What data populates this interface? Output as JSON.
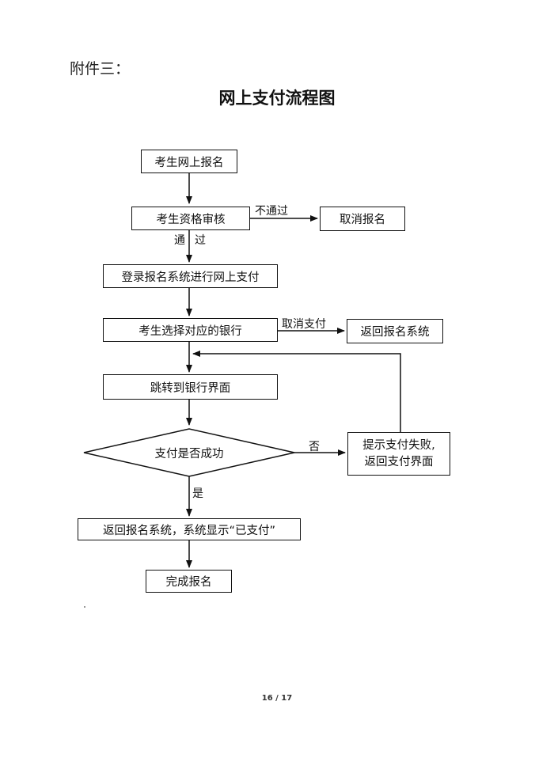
{
  "header": {
    "attachment": "附件三："
  },
  "title": "网上支付流程图",
  "flow": {
    "register": "考生网上报名",
    "qualification": "考生资格审核",
    "not_pass_label": "不通过",
    "cancel_registration": "取消报名",
    "pass_label_1": "通",
    "pass_label_2": "过",
    "login_pay": "登录报名系统进行网上支付",
    "choose_bank": "考生选择对应的银行",
    "cancel_pay_label": "取消支付",
    "return_system": "返回报名系统",
    "jump_bank": "跳转到银行界面",
    "pay_success_question": "支付是否成功",
    "no_label": "否",
    "fail_line1": "提示支付失败,",
    "fail_line2": "返回支付界面",
    "yes_label": "是",
    "return_paid": "返回报名系统，系统显示“已支付”",
    "complete": "完成报名"
  },
  "footer": {
    "page_number": "16 / 17"
  }
}
